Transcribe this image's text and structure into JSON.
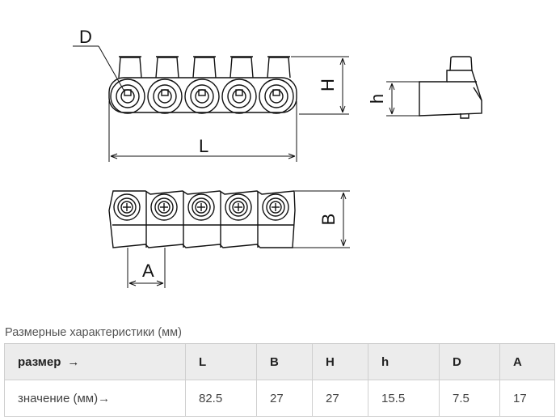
{
  "drawing": {
    "labels": {
      "D": "D",
      "H": "H",
      "h": "h",
      "L": "L",
      "B": "B",
      "A": "A"
    },
    "terminal_count": 5
  },
  "caption": "Размерные характеристики (мм)",
  "table": {
    "header": {
      "label": "размер",
      "arrow": "→",
      "cols": [
        "L",
        "B",
        "H",
        "h",
        "D",
        "A"
      ]
    },
    "values": {
      "label": "значение (мм)",
      "arrow": "→",
      "cols": [
        "82.5",
        "27",
        "27",
        "15.5",
        "7.5",
        "17"
      ]
    }
  }
}
